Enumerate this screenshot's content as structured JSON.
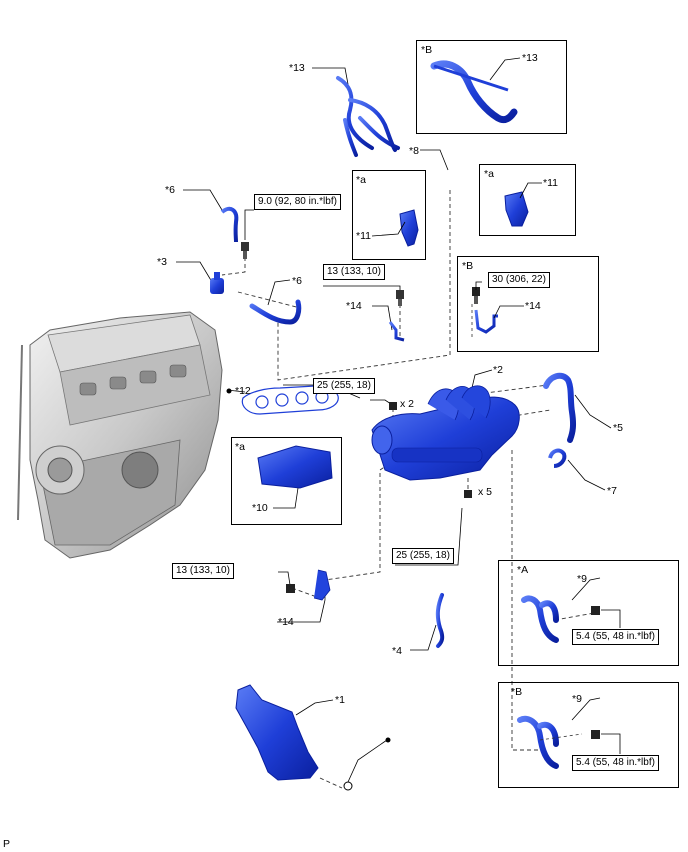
{
  "callouts": {
    "c13_top": "*13",
    "c6_left": "*6",
    "c3": "*3",
    "c6_right": "*6",
    "c8": "*8",
    "c14_mid": "*14",
    "c12": "*12",
    "c2": "*2",
    "c5": "*5",
    "c7": "*7",
    "c14_low": "*14",
    "c4": "*4",
    "c1": "*1"
  },
  "torques": {
    "t_9": "9.0 (92, 80 in.*lbf)",
    "t_13a": "13 (133, 10)",
    "t_25a": "25 (255, 18)",
    "t_25b": "25 (255, 18)",
    "t_13b": "13 (133, 10)"
  },
  "counts": {
    "x2": "x 2",
    "x5": "x 5"
  },
  "insets": {
    "B_top": {
      "tag": "*B",
      "part": "*13"
    },
    "a_11_left": {
      "tag": "*a",
      "part": "*11"
    },
    "a_11_right": {
      "tag": "*a",
      "part": "*11"
    },
    "B_14": {
      "tag": "*B",
      "part": "*14",
      "torque": "30 (306, 22)"
    },
    "a_10": {
      "tag": "*a",
      "part": "*10"
    },
    "A_9": {
      "tag": "*A",
      "part": "*9",
      "torque": "5.4 (55, 48 in.*lbf)"
    },
    "B_9": {
      "tag": "*B",
      "part": "*9",
      "torque": "5.4 (55, 48 in.*lbf)"
    }
  },
  "page_code": "P",
  "colors": {
    "part_blue": "#1f3fd8",
    "part_dark": "#0a1f9e",
    "engine_gray": "#b9b9b9"
  }
}
